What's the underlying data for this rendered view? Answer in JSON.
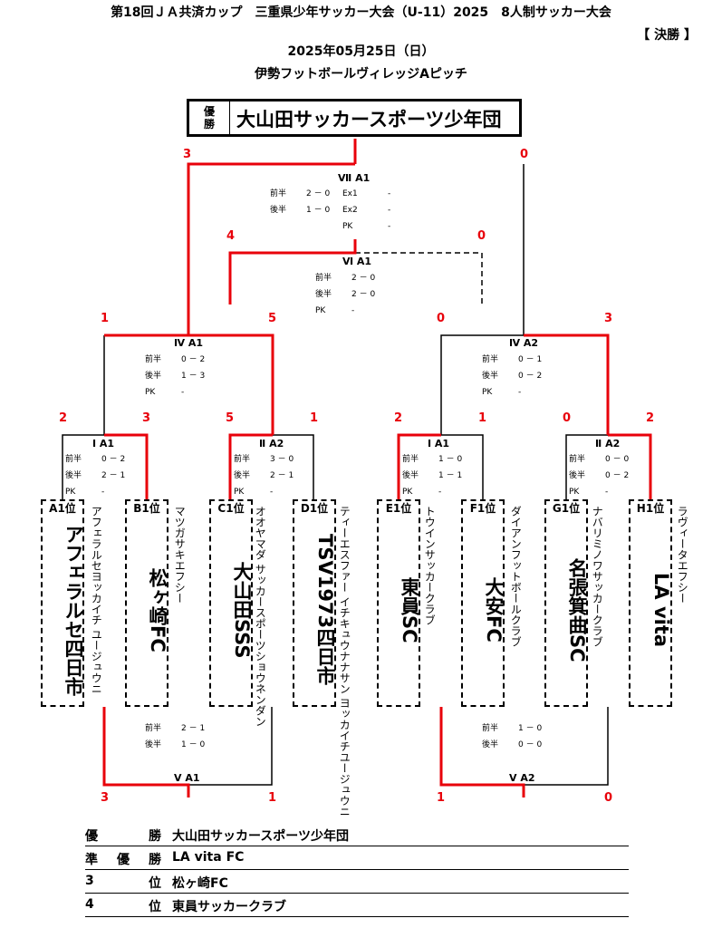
{
  "header": {
    "title": "第18回ＪＡ共済カップ　三重県少年サッカー大会（U-11）2025　8人制サッカー大会",
    "round_label": "【 決勝 】",
    "date": "2025年05月25日（日）",
    "venue": "伊勢フットボールヴィレッジAピッチ"
  },
  "champion": {
    "tag_1": "優",
    "tag_2": "勝",
    "name": "大山田サッカースポーツ少年団"
  },
  "final": {
    "label": "Ⅶ A1",
    "score_left": "3",
    "score_right": "0",
    "rows": [
      {
        "k": "前半",
        "v": "2 － 0",
        "k2": "Ex1",
        "v2": "-"
      },
      {
        "k": "後半",
        "v": "1 － 0",
        "k2": "Ex2",
        "v2": "-"
      },
      {
        "k": "",
        "v": "",
        "k2": "PK",
        "v2": "-"
      }
    ]
  },
  "third_place": {
    "label": "Ⅵ A1",
    "score_left": "4",
    "score_right": "0",
    "rows": [
      {
        "k": "前半",
        "v": "2 － 0"
      },
      {
        "k": "後半",
        "v": "2 － 0"
      },
      {
        "k": "PK",
        "v": "-"
      }
    ]
  },
  "semis": [
    {
      "label": "Ⅳ A1",
      "score_left": "1",
      "score_right": "5",
      "rows": [
        {
          "k": "前半",
          "v": "0 － 2"
        },
        {
          "k": "後半",
          "v": "1 － 3"
        },
        {
          "k": "PK",
          "v": "-"
        }
      ]
    },
    {
      "label": "Ⅳ A2",
      "score_left": "0",
      "score_right": "3",
      "rows": [
        {
          "k": "前半",
          "v": "0 － 1"
        },
        {
          "k": "後半",
          "v": "0 － 2"
        },
        {
          "k": "PK",
          "v": "-"
        }
      ]
    }
  ],
  "quarters": [
    {
      "label": "Ⅰ A1",
      "score_left": "2",
      "score_right": "3",
      "rows": [
        {
          "k": "前半",
          "v": "0 － 2"
        },
        {
          "k": "後半",
          "v": "2 － 1"
        },
        {
          "k": "PK",
          "v": "-"
        }
      ]
    },
    {
      "label": "Ⅱ A2",
      "score_left": "5",
      "score_right": "1",
      "rows": [
        {
          "k": "前半",
          "v": "3 － 0"
        },
        {
          "k": "後半",
          "v": "2 － 1"
        },
        {
          "k": "PK",
          "v": "-"
        }
      ]
    },
    {
      "label": "Ⅰ A1",
      "score_left": "2",
      "score_right": "1",
      "rows": [
        {
          "k": "前半",
          "v": "1 － 0"
        },
        {
          "k": "後半",
          "v": "1 － 1"
        },
        {
          "k": "PK",
          "v": "-"
        }
      ]
    },
    {
      "label": "Ⅱ A2",
      "score_left": "0",
      "score_right": "2",
      "rows": [
        {
          "k": "前半",
          "v": "0 － 0"
        },
        {
          "k": "後半",
          "v": "0 － 2"
        },
        {
          "k": "PK",
          "v": "-"
        }
      ]
    }
  ],
  "teams": [
    {
      "seed": "A1位",
      "name": "アフェラルセ四日市",
      "kana": "アフェラルセヨッカイチ ユージュウニ"
    },
    {
      "seed": "B1位",
      "name": "松ヶ崎FC",
      "kana": "マツガサキエフシー"
    },
    {
      "seed": "C1位",
      "name": "大山田SSS",
      "kana": "オオヤマダ サッカースポーツショウネンダン"
    },
    {
      "seed": "D1位",
      "name": "TSV1973四日市",
      "kana": "ティーエスファー イチキュウナナサン ヨッカイチユージュウニ"
    },
    {
      "seed": "E1位",
      "name": "東員SC",
      "kana": "トウインサッカークラブ"
    },
    {
      "seed": "F1位",
      "name": "大安FC",
      "kana": "ダイアンフットボールクラブ"
    },
    {
      "seed": "G1位",
      "name": "名張箕曲SC",
      "kana": "ナバリミノワサッカークラブ"
    },
    {
      "seed": "H1位",
      "name": "LA vita",
      "kana": "ラヴィータエフシー"
    }
  ],
  "fifth_place": [
    {
      "label": "Ⅴ A1",
      "score_left": "3",
      "score_right": "1",
      "rows": [
        {
          "k": "前半",
          "v": "2 － 1"
        },
        {
          "k": "後半",
          "v": "1 － 0"
        }
      ]
    },
    {
      "label": "Ⅴ A2",
      "score_left": "1",
      "score_right": "0",
      "rows": [
        {
          "k": "前半",
          "v": "1 － 0"
        },
        {
          "k": "後半",
          "v": "0 － 0"
        }
      ]
    }
  ],
  "results": [
    {
      "rank_a": "優",
      "rank_b": "勝",
      "rank_mid": "",
      "name": "大山田サッカースポーツ少年団"
    },
    {
      "rank_a": "準",
      "rank_b": "勝",
      "rank_mid": "優",
      "name": "LA vita FC"
    },
    {
      "rank_a": "3",
      "rank_b": "位",
      "rank_mid": "",
      "name": "松ヶ崎FC"
    },
    {
      "rank_a": "4",
      "rank_b": "位",
      "rank_mid": "",
      "name": "東員サッカークラブ"
    }
  ],
  "colors": {
    "win_line": "#e8000a",
    "lose_line": "#000000"
  }
}
